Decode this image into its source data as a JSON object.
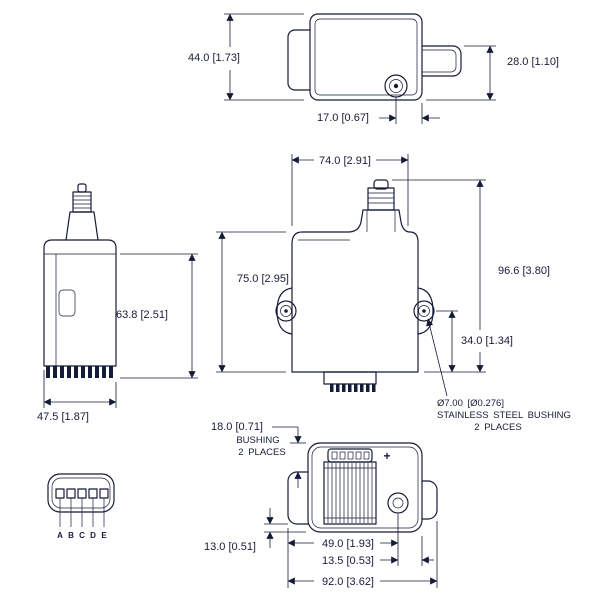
{
  "ink": "#151c38",
  "background": "#ffffff",
  "views": {
    "top": {
      "height": "44.0 [1.73]",
      "flange_height": "28.0 [1.10]",
      "offset": "17.0 [0.67]"
    },
    "side": {
      "height": "63.8 [2.51]",
      "width": "47.5 [1.87]"
    },
    "front": {
      "width": "74.0 [2.91]",
      "body_height": "75.0 [2.95]",
      "total_height": "96.6 [3.80]",
      "hole_offset": "34.0 [1.34]",
      "bushing_dia": "Ø7.00 [Ø0.276]",
      "bushing_note": "STAINLESS STEEL BUSHING",
      "bushing_places": "2 PLACES"
    },
    "connector": {
      "pins": [
        "A",
        "B",
        "C",
        "D",
        "E"
      ]
    },
    "bottom": {
      "bushing_height": "18.0 [0.71]",
      "bushing_note1": "BUSHING",
      "bushing_note2": "2 PLACES",
      "dim_left": "13.0 [0.51]",
      "dim_inner_width": "49.0 [1.93]",
      "dim_offset": "13.5 [0.53]",
      "dim_total_width": "92.0 [3.62]",
      "polarity": "+"
    }
  }
}
